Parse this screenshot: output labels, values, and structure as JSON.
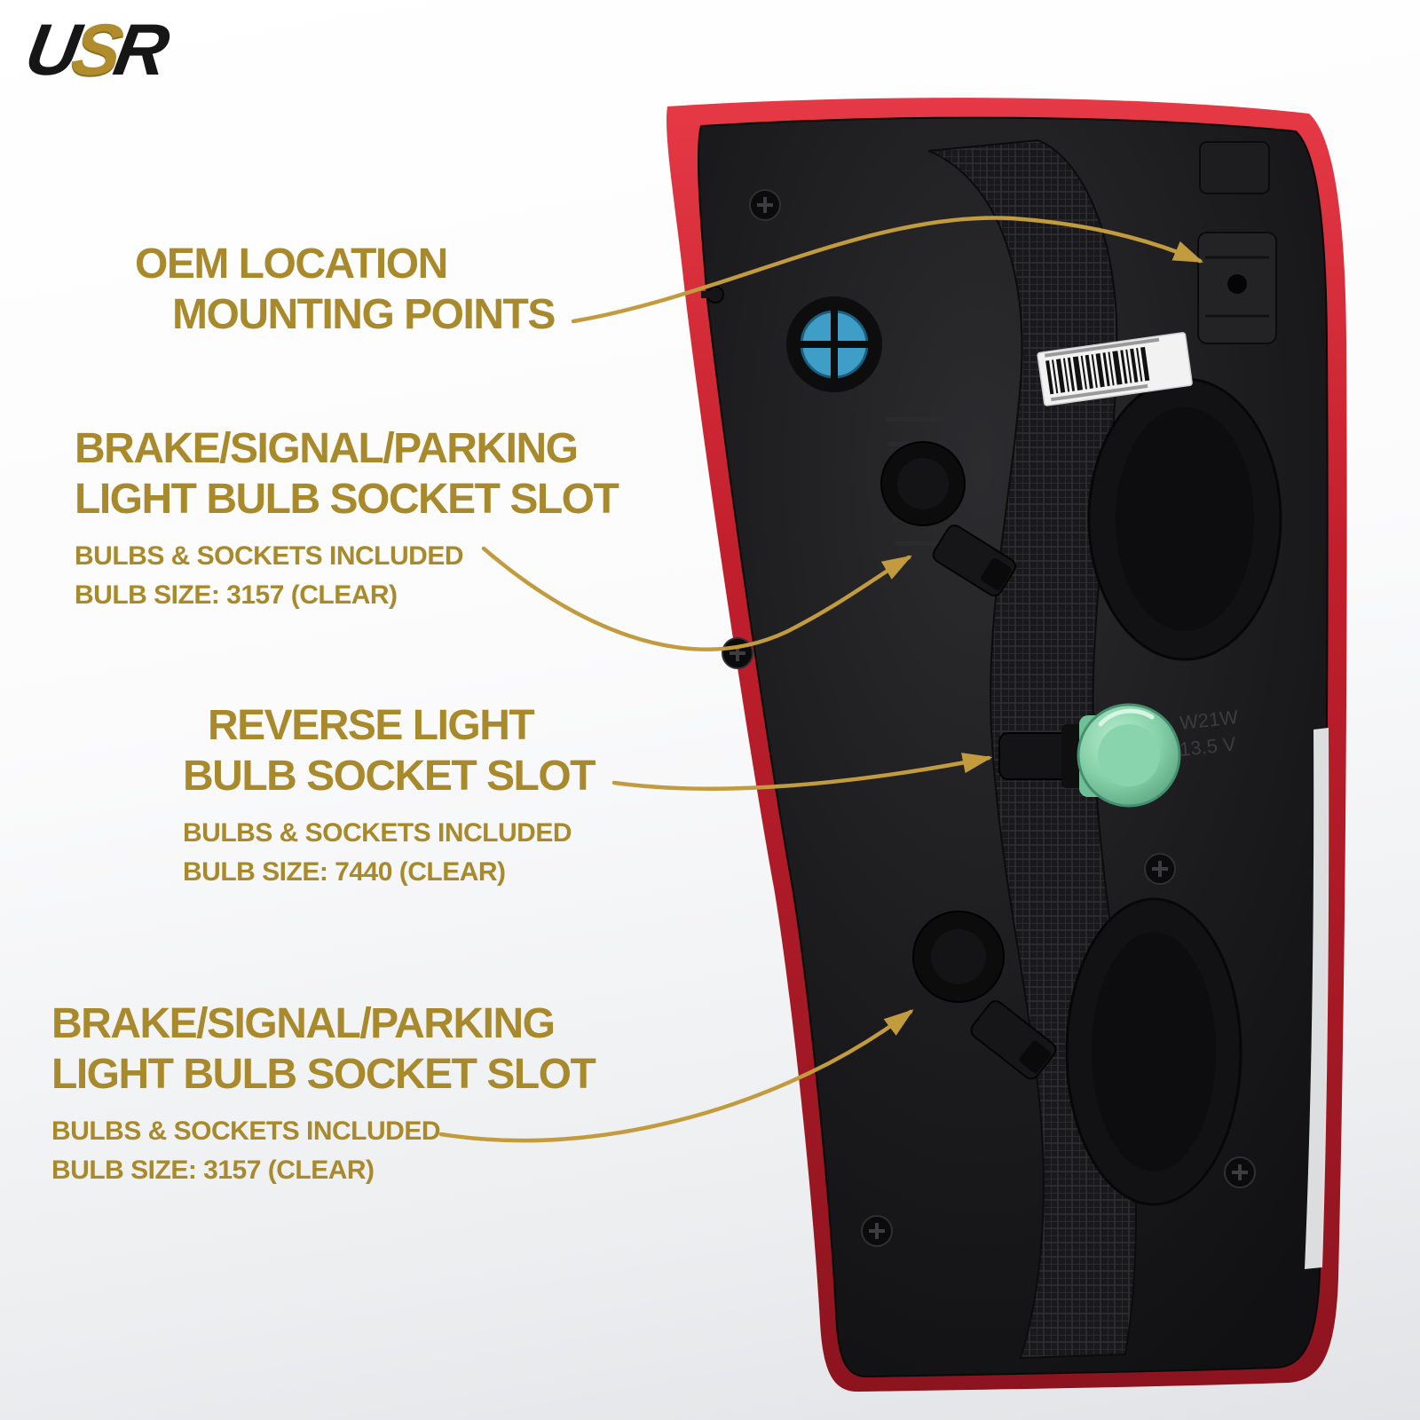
{
  "logo": {
    "u": "U",
    "s": "S",
    "r": "R"
  },
  "colors": {
    "gold_text": "#a8892c",
    "arrow_gold": "#c29b3e",
    "lens_red": "#c21f2c",
    "housing_black": "#1c1c1e",
    "reverse_socket_green": "#84cfa8",
    "vent_blue": "#3f9ec7"
  },
  "annotations": [
    {
      "title1": "OEM LOCATION",
      "title2": "MOUNTING POINTS"
    },
    {
      "title1": "BRAKE/SIGNAL/PARKING",
      "title2": "LIGHT BULB SOCKET SLOT",
      "sub1": "BULBS & SOCKETS INCLUDED",
      "sub2": "BULB SIZE: 3157 (CLEAR)"
    },
    {
      "title1": "REVERSE LIGHT",
      "title2": "BULB SOCKET SLOT",
      "sub1": "BULBS & SOCKETS INCLUDED",
      "sub2": "BULB SIZE: 7440 (CLEAR)"
    },
    {
      "title1": "BRAKE/SIGNAL/PARKING",
      "title2": "LIGHT BULB SOCKET SLOT",
      "sub1": "BULBS & SOCKETS INCLUDED",
      "sub2": "BULB SIZE: 3157 (CLEAR)"
    }
  ],
  "part_markings": {
    "line1": "W21W",
    "line2": "13.5 V"
  }
}
